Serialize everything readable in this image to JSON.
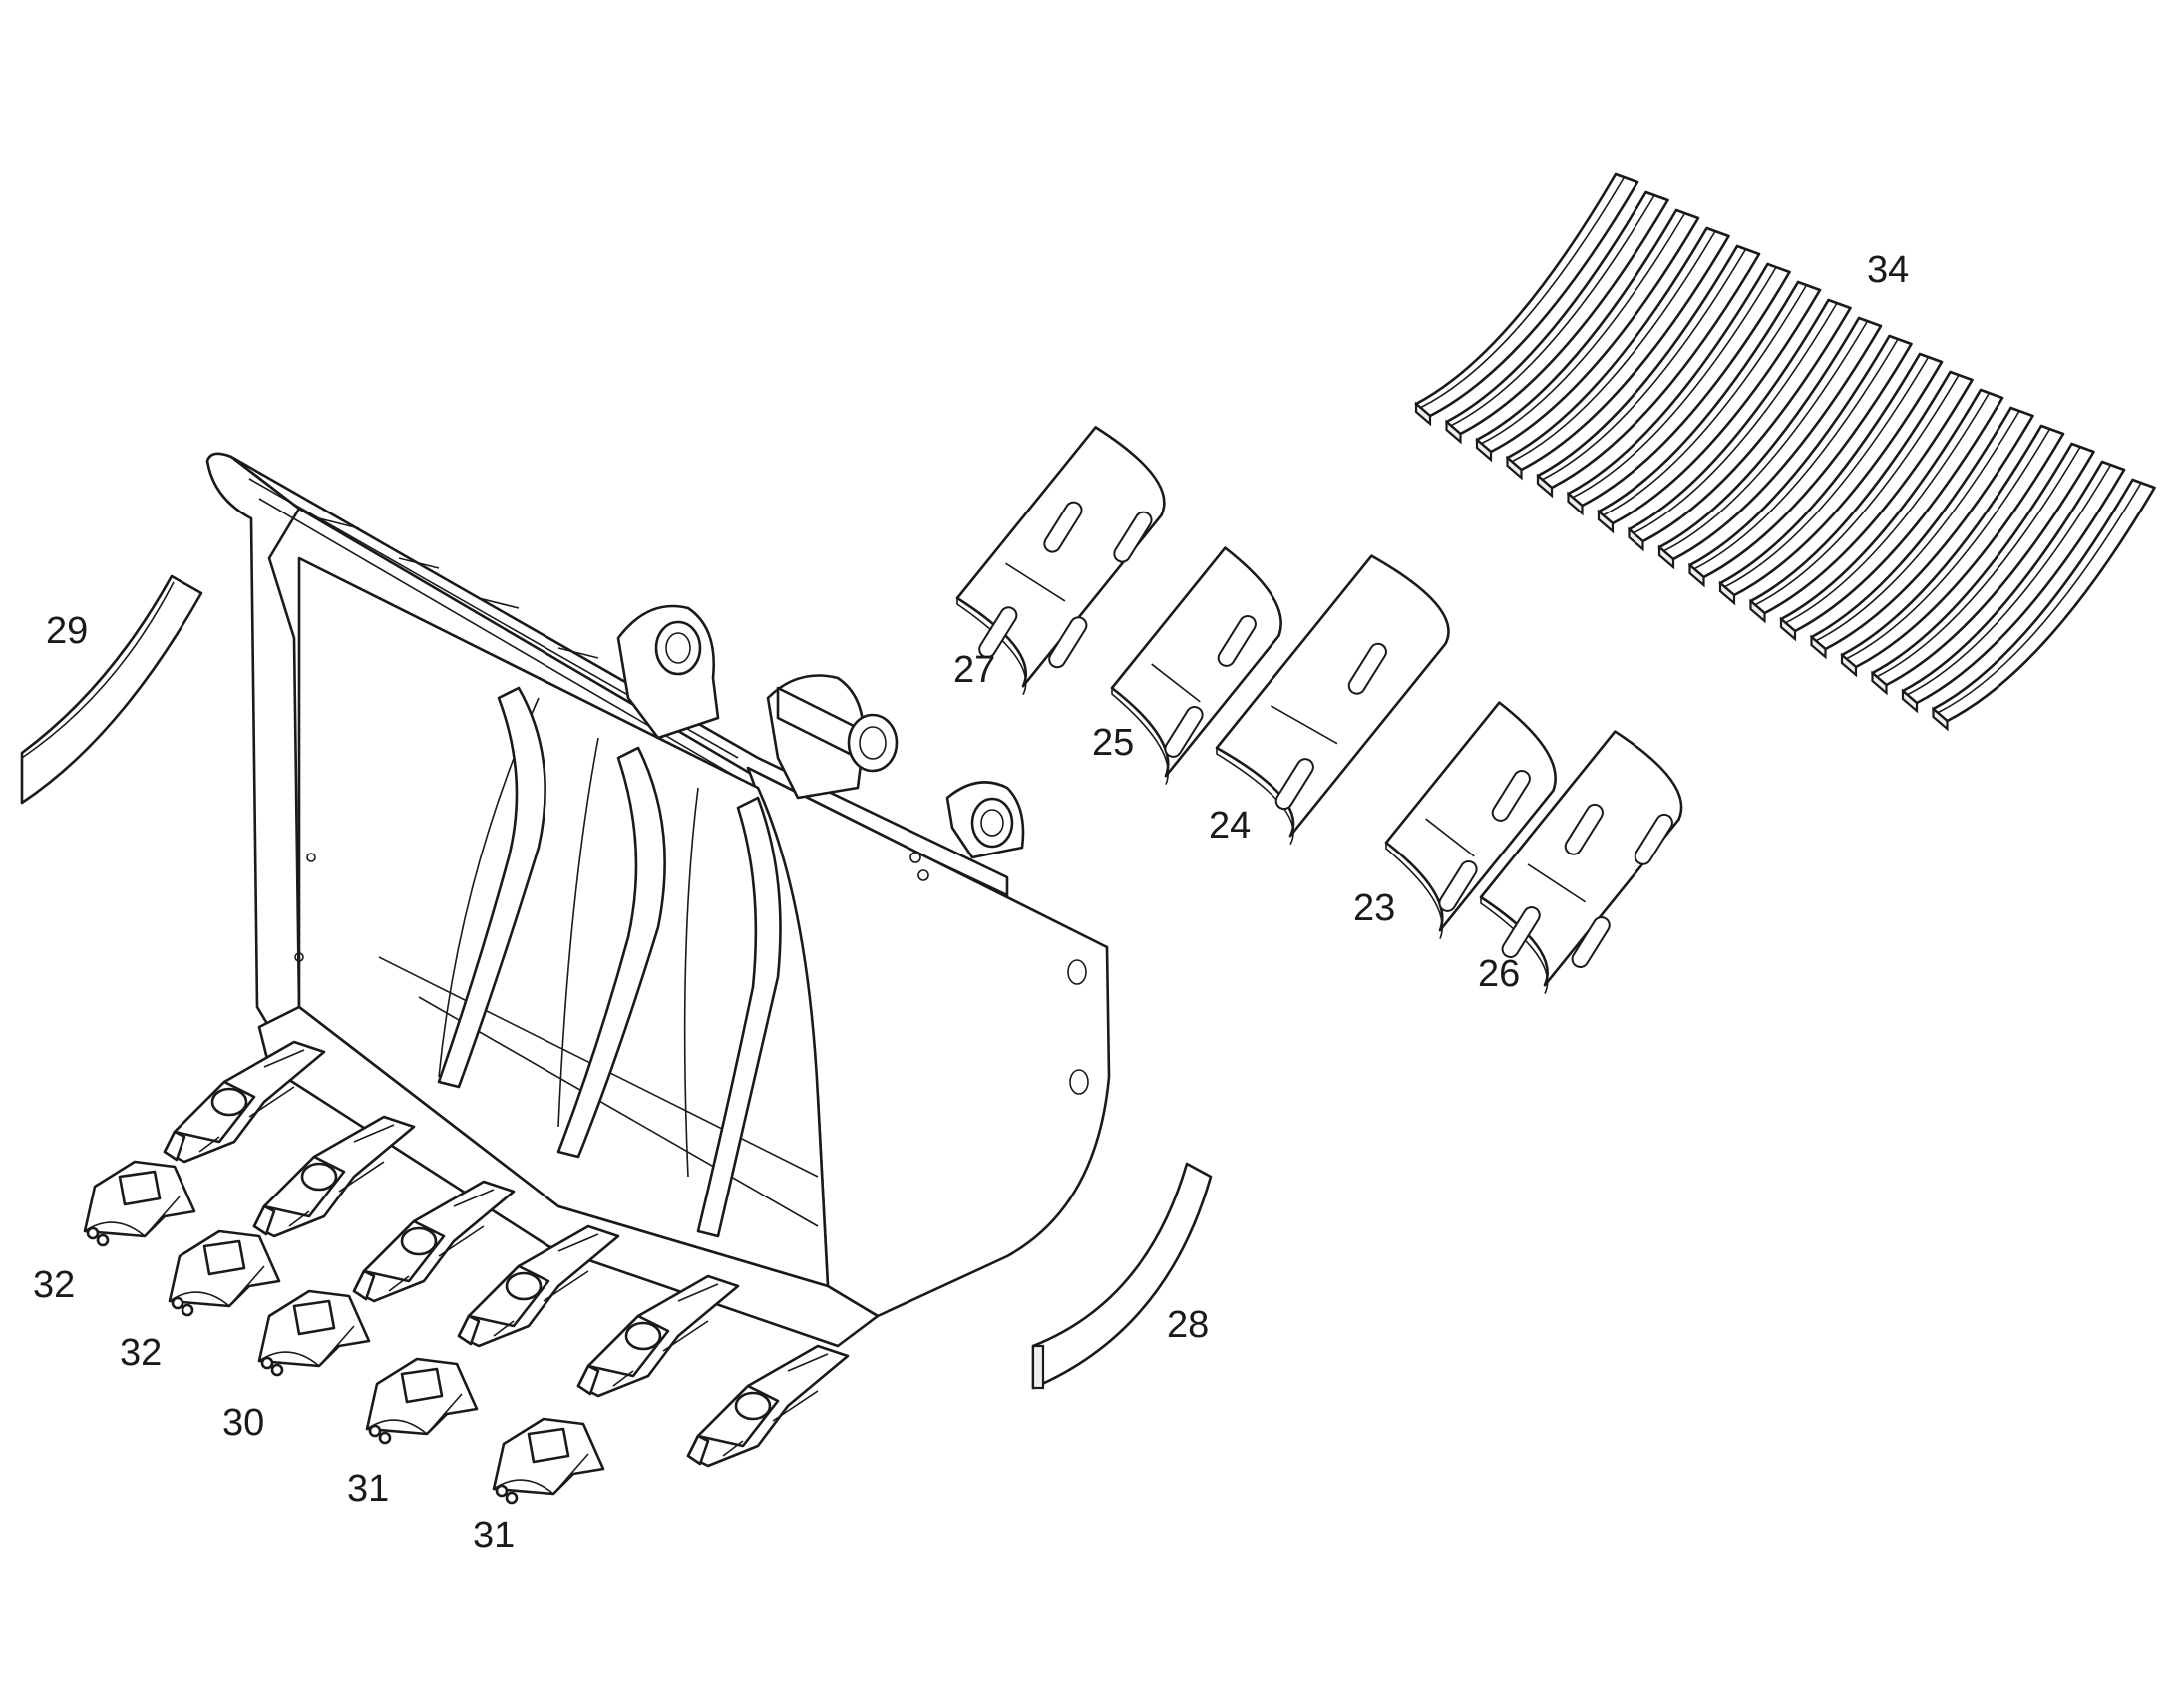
{
  "callouts": [
    {
      "id": "c23",
      "text": "23"
    },
    {
      "id": "c24",
      "text": "24"
    },
    {
      "id": "c25",
      "text": "25"
    },
    {
      "id": "c26",
      "text": "26"
    },
    {
      "id": "c27",
      "text": "27"
    },
    {
      "id": "c28",
      "text": "28"
    },
    {
      "id": "c29",
      "text": "29"
    },
    {
      "id": "c30",
      "text": "30"
    },
    {
      "id": "c31a",
      "text": "31"
    },
    {
      "id": "c31b",
      "text": "31"
    },
    {
      "id": "c32a",
      "text": "32"
    },
    {
      "id": "c32b",
      "text": "32"
    },
    {
      "id": "c34",
      "text": "34"
    }
  ],
  "colors": {
    "line": "#1a1a1a",
    "background": "#ffffff",
    "shade": "#efefef"
  }
}
